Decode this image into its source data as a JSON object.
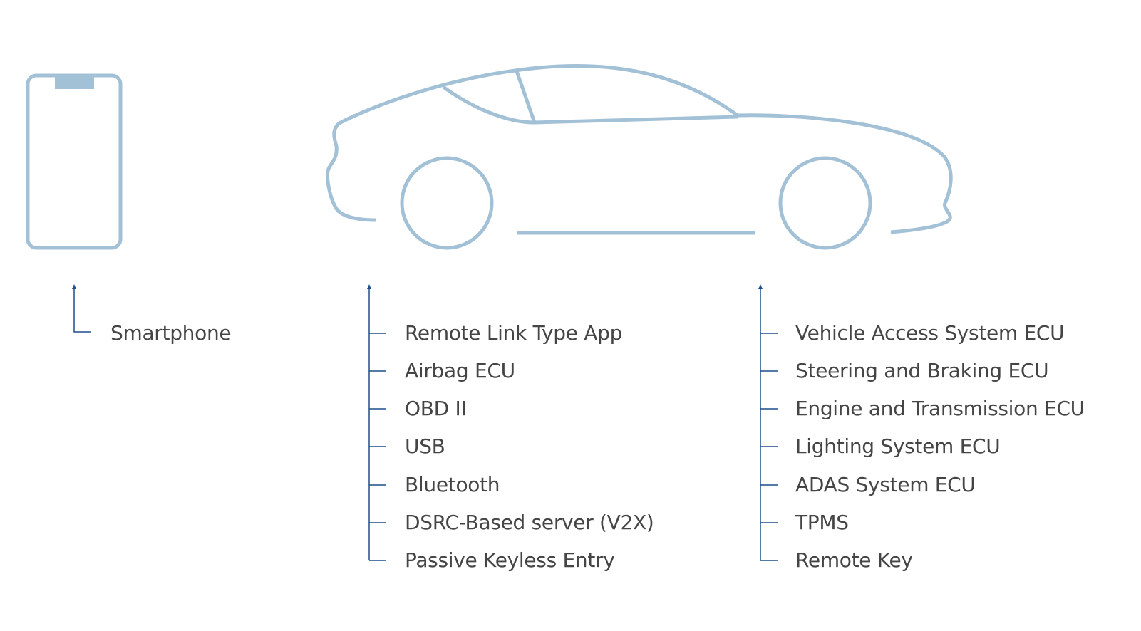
{
  "colors": {
    "outline": "#a3c1d6",
    "tree": "#1f4e8c",
    "text": "#454545"
  },
  "smartphone": {
    "icon": "smartphone-icon",
    "label": "Smartphone"
  },
  "vehicle": {
    "icon": "car-icon"
  },
  "interfaces": [
    "Remote Link Type App",
    "Airbag ECU",
    "OBD II",
    "USB",
    "Bluetooth",
    "DSRC-Based server (V2X)",
    "Passive Keyless Entry"
  ],
  "ecus": [
    "Vehicle Access System ECU",
    "Steering and Braking ECU",
    "Engine and Transmission ECU",
    "Lighting System ECU",
    "ADAS System ECU",
    "TPMS",
    "Remote Key"
  ]
}
